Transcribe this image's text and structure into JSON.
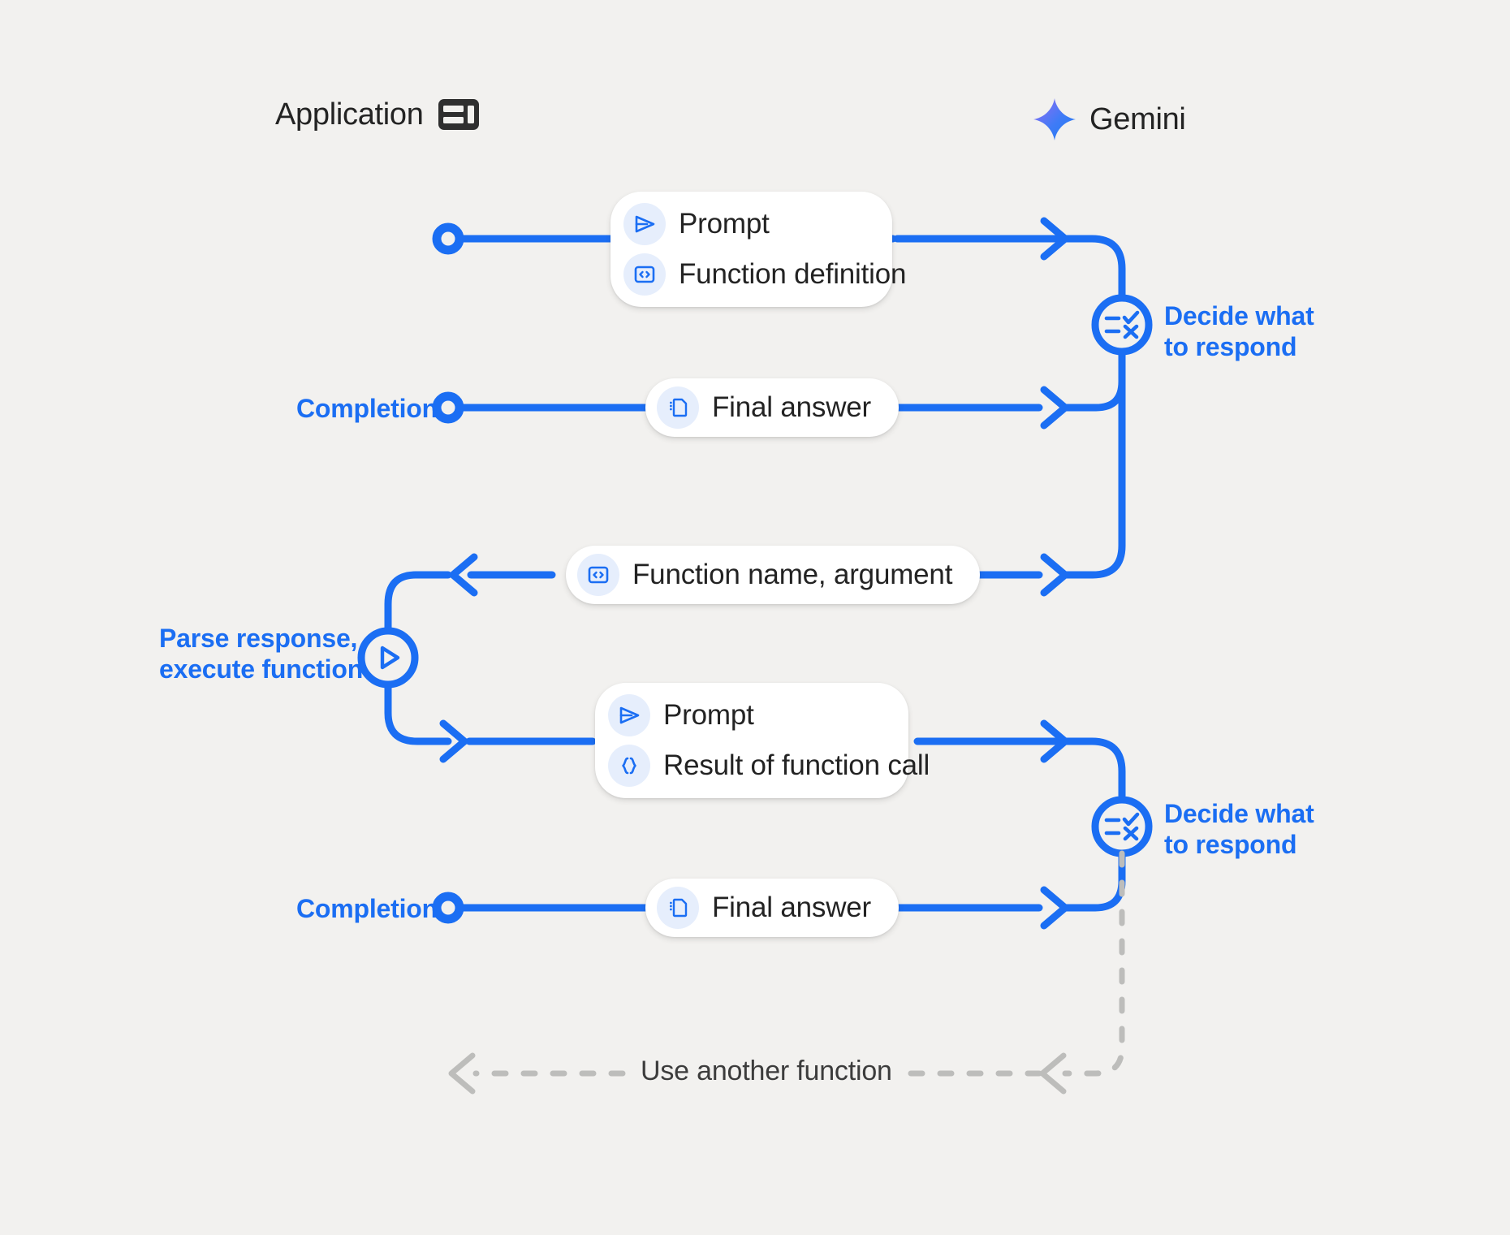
{
  "diagram": {
    "title_actors": {
      "application": {
        "label": "Application",
        "icon": "dashboard-layout-icon"
      },
      "gemini": {
        "label": "Gemini",
        "icon": "gemini-sparkle-icon"
      }
    },
    "colors": {
      "background": "#f2f1ef",
      "accent_blue": "#1b6ef3",
      "lifeline_gray": "#c9c9c7",
      "bubble_white": "#ffffff",
      "icon_chip_blue": "#e6eefc",
      "text_dark": "#232323",
      "loop_gray": "#bdbdbb"
    },
    "messages": [
      {
        "id": "prompt-function-definition",
        "direction": "application-to-gemini",
        "rows": [
          {
            "icon": "send-prompt-icon",
            "text": "Prompt"
          },
          {
            "icon": "code-brackets-box-icon",
            "text": "Function definition"
          }
        ]
      },
      {
        "id": "final-answer-first",
        "direction": "gemini-to-application",
        "rows": [
          {
            "icon": "document-icon",
            "text": "Final answer"
          }
        ]
      },
      {
        "id": "function-name-argument",
        "direction": "gemini-to-application",
        "rows": [
          {
            "icon": "code-brackets-box-icon",
            "text": "Function name,  argument"
          }
        ]
      },
      {
        "id": "prompt-result-of-function-call",
        "direction": "application-to-gemini",
        "rows": [
          {
            "icon": "send-prompt-icon",
            "text": "Prompt"
          },
          {
            "icon": "curly-braces-icon",
            "text": "Result of function call"
          }
        ]
      },
      {
        "id": "final-answer-second",
        "direction": "gemini-to-application",
        "rows": [
          {
            "icon": "document-icon",
            "text": "Final answer"
          }
        ]
      }
    ],
    "annotations": {
      "decide_1": {
        "line1": "Decide what",
        "line2": "to respond",
        "icon": "rule-checklist-icon"
      },
      "decide_2": {
        "line1": "Decide what",
        "line2": "to respond",
        "icon": "rule-checklist-icon"
      },
      "parse": {
        "line1": "Parse response,",
        "line2": "execute function",
        "icon": "play-circle-icon"
      },
      "completion_1": "Completion",
      "completion_2": "Completion",
      "loop": "Use another function"
    }
  }
}
